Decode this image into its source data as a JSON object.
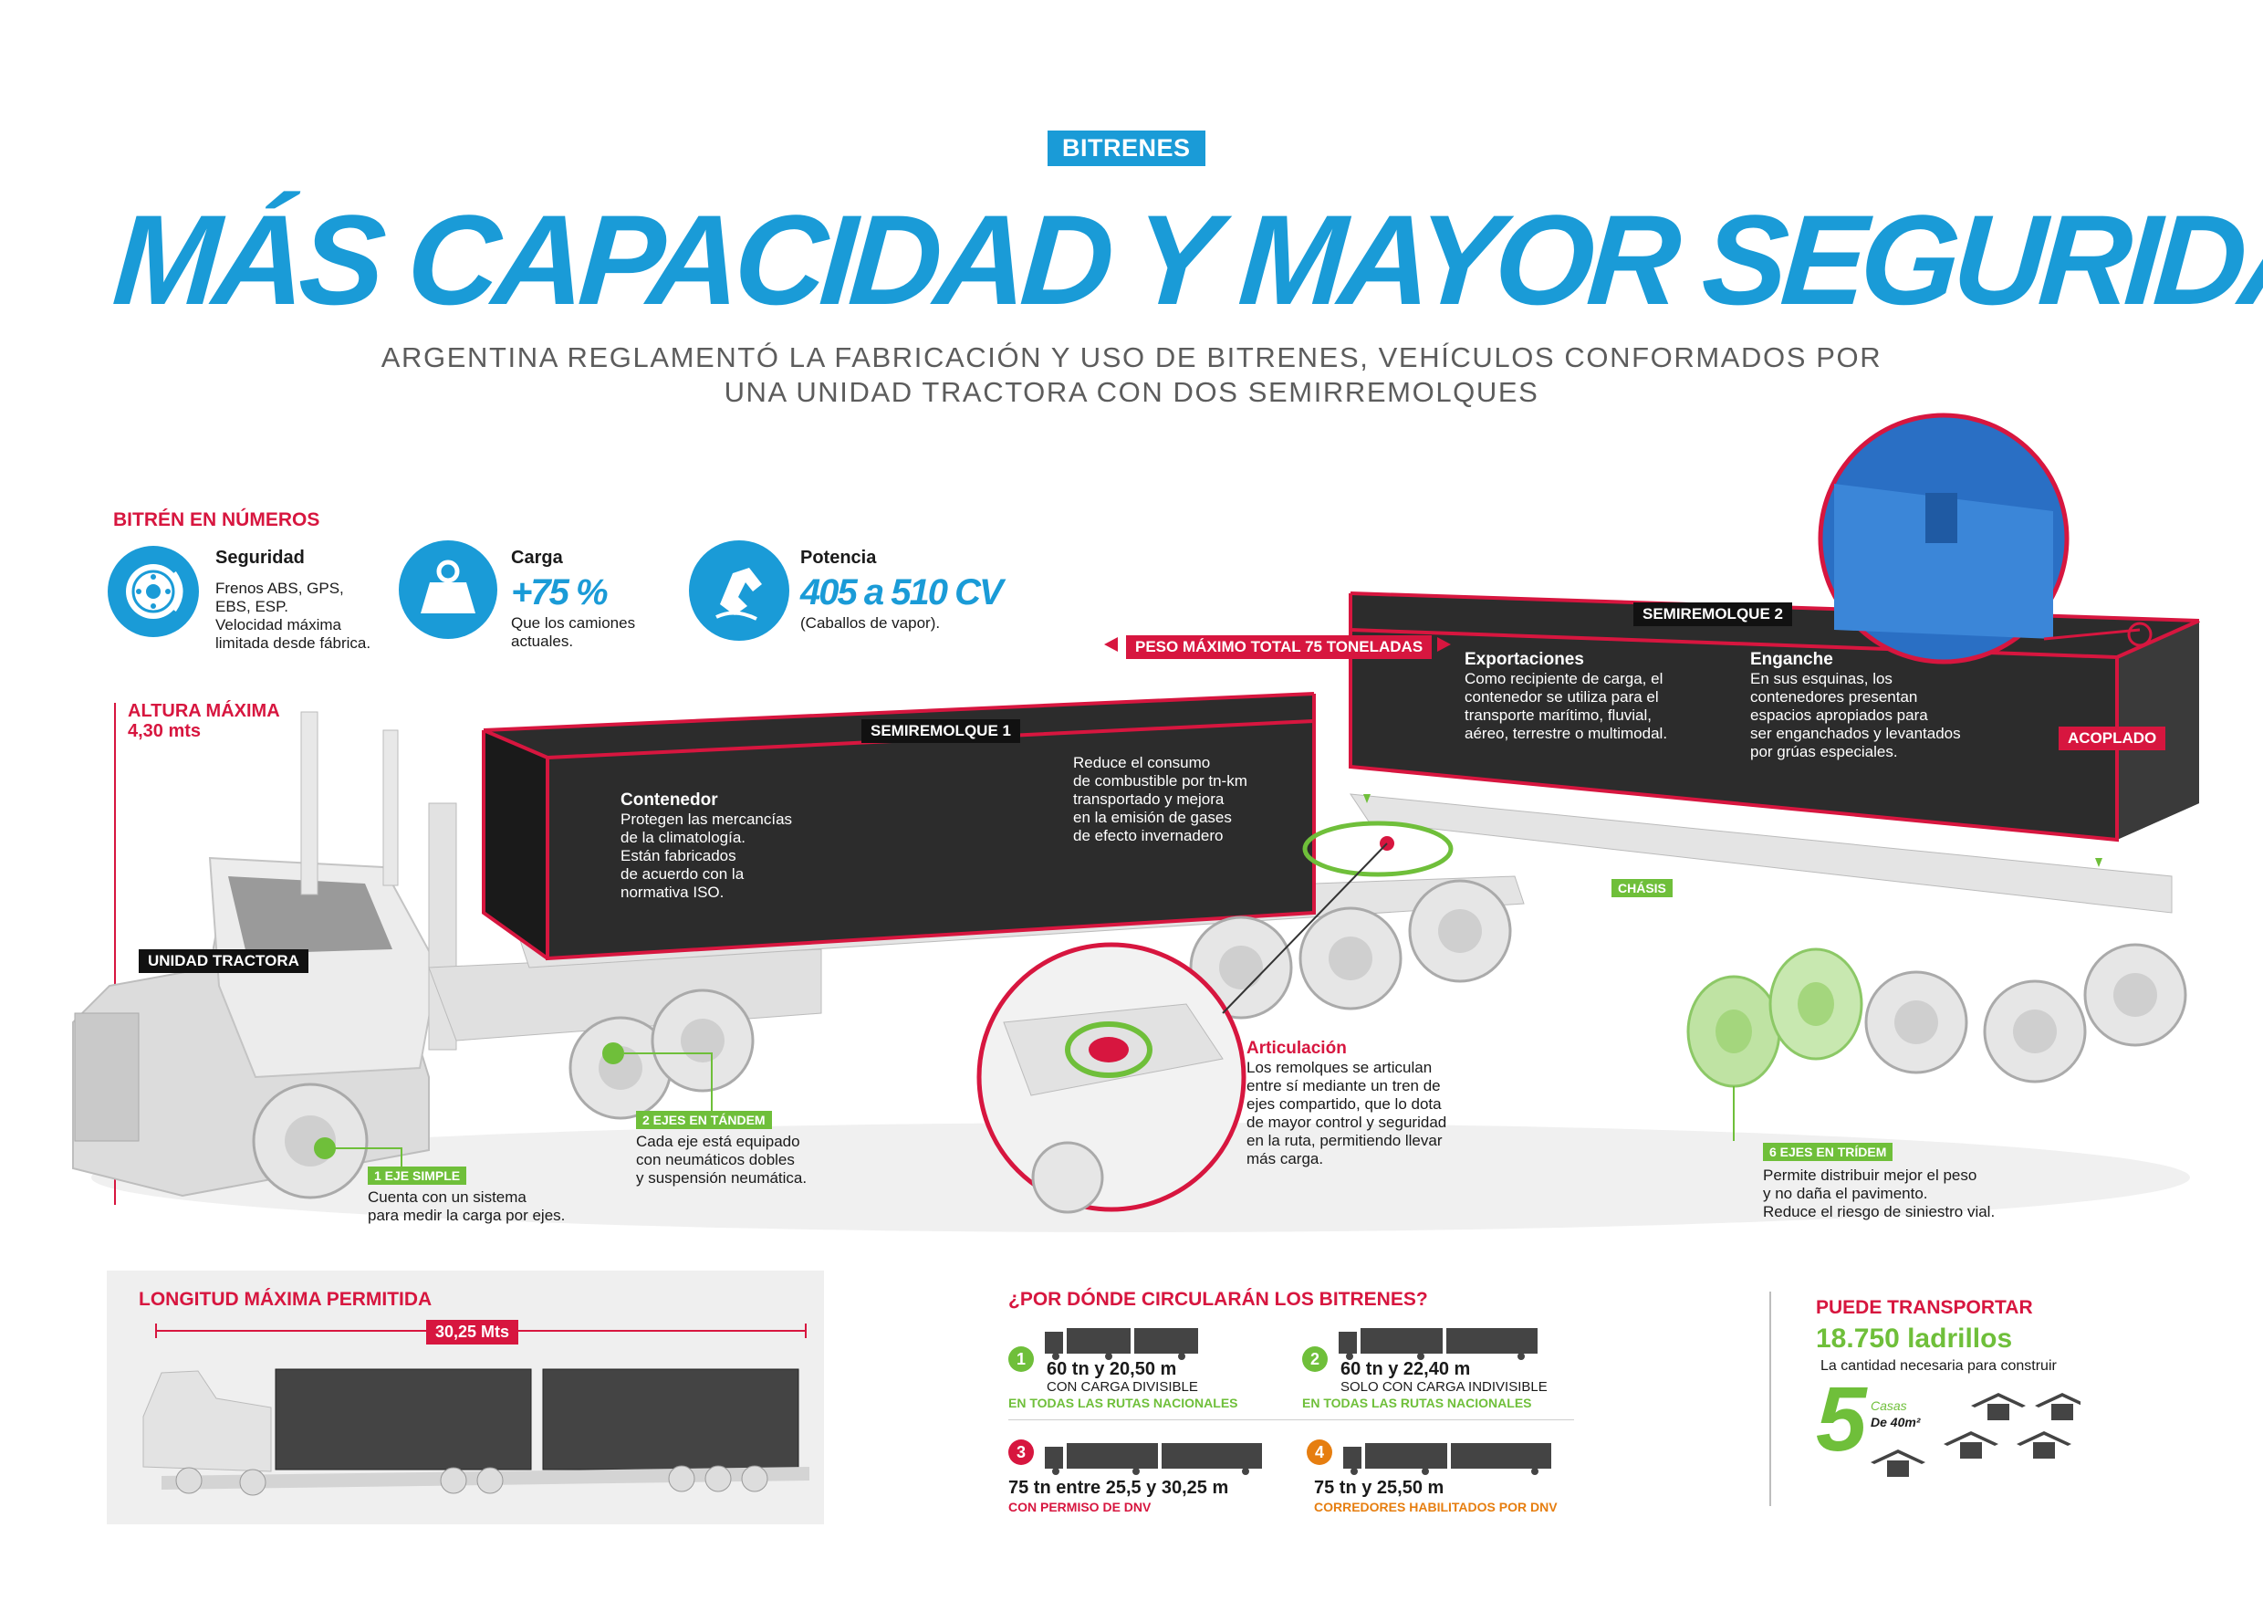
{
  "section_tag": "BITRENES",
  "headline": "MÁS CAPACIDAD Y MAYOR SEGURIDAD",
  "subtitle_line1": "ARGENTINA REGLAMENTÓ LA FABRICACIÓN Y USO DE BITRENES, VEHÍCULOS CONFORMADOS POR",
  "subtitle_line2": "UNA UNIDAD TRACTORA CON DOS SEMIRREMOLQUES",
  "numbers": {
    "title": "BITRÉN EN NÚMEROS",
    "seguridad": {
      "label": "Seguridad",
      "l1": "Frenos ABS, GPS,",
      "l2": "EBS, ESP.",
      "l3": "Velocidad máxima",
      "l4": "limitada desde fábrica.",
      "icon": "brake-disc-icon"
    },
    "carga": {
      "label": "Carga",
      "value": "+75 %",
      "l1": "Que los camiones",
      "l2": "actuales.",
      "icon": "weight-icon"
    },
    "potencia": {
      "label": "Potencia",
      "value": "405 a 510 CV",
      "l1": "(Caballos de vapor).",
      "icon": "engine-icon"
    }
  },
  "diagram": {
    "altura_title": "ALTURA MÁXIMA",
    "altura_value": "4,30  mts",
    "peso_total": "PESO MÁXIMO TOTAL 75 TONELADAS",
    "unidad_tractora": "UNIDAD TRACTORA",
    "semiremolque1": "SEMIREMOLQUE 1",
    "semiremolque2": "SEMIREMOLQUE 2",
    "acoplado": "ACOPLADO",
    "chasis": "CHÁSIS",
    "contenedor": {
      "title": "Contenedor",
      "l1": "Protegen las mercancías",
      "l2": "de la climatología.",
      "l3": "Están fabricados",
      "l4": "de acuerdo con la",
      "l5": "normativa ISO."
    },
    "reduce": {
      "l1": "Reduce el consumo",
      "l2": "de combustible por tn-km",
      "l3": "transportado y mejora",
      "l4": "en la emisión de gases",
      "l5": "de efecto invernadero"
    },
    "exportaciones": {
      "title": "Exportaciones",
      "l1": "Como recipiente de carga, el",
      "l2": "contenedor se utiliza para el",
      "l3": "transporte marítimo, fluvial,",
      "l4": "aéreo, terrestre o multimodal."
    },
    "enganche": {
      "title": "Enganche",
      "l1": "En sus esquinas, los",
      "l2": "contenedores presentan",
      "l3": "espacios apropiados para",
      "l4": "ser enganchados y levantados",
      "l5": "por grúas especiales."
    },
    "articulacion": {
      "title": "Articulación",
      "l1": "Los remolques se articulan",
      "l2": "entre sí mediante un tren de",
      "l3": "ejes compartido, que lo dota",
      "l4": "de mayor control y seguridad",
      "l5": "en la ruta, permitiendo llevar",
      "l6": "más carga."
    },
    "eje_simple": {
      "label": "1 EJE SIMPLE",
      "l1": "Cuenta con un sistema",
      "l2": "para medir la carga por ejes."
    },
    "ejes_tandem": {
      "label": "2 EJES EN TÁNDEM",
      "l1": "Cada eje está equipado",
      "l2": "con neumáticos dobles",
      "l3": "y suspensión neumática."
    },
    "ejes_tridem": {
      "label": "6 EJES EN TRÍDEM",
      "l1": "Permite distribuir mejor el peso",
      "l2": "y no daña el pavimento.",
      "l3": "Reduce el riesgo de siniestro vial."
    }
  },
  "longitud": {
    "title": "LONGITUD MÁXIMA PERMITIDA",
    "value": "30,25 Mts"
  },
  "rutas": {
    "title": "¿POR DÓNDE CIRCULARÁN LOS BITRENES?",
    "items": [
      {
        "num": "1",
        "load": "60 tn y 20,50 m",
        "sub": "CON CARGA DIVISIBLE",
        "where": "EN TODAS LAS RUTAS NACIONALES"
      },
      {
        "num": "2",
        "load": "60 tn y 22,40 m",
        "sub": "SOLO CON CARGA INDIVISIBLE",
        "where": "EN TODAS LAS RUTAS NACIONALES"
      },
      {
        "num": "3",
        "load": "75 tn entre 25,5 y 30,25 m",
        "sub": "",
        "where": "CON PERMISO DE DNV"
      },
      {
        "num": "4",
        "load": "75 tn y 25,50 m",
        "sub": "",
        "where": "CORREDORES HABILITADOS POR DNV"
      }
    ],
    "colors": {
      "green": "#6fbf3a",
      "red": "#d7163f",
      "orange": "#e67e10"
    }
  },
  "transportar": {
    "title": "PUEDE TRANSPORTAR",
    "value": "18.750 ladrillos",
    "l1": "La cantidad necesaria para construir",
    "big": "5",
    "casas": "Casas",
    "area": "De 40m²"
  },
  "colors": {
    "blue": "#1a9bd7",
    "red": "#d7163f",
    "green": "#6fbf3a"
  }
}
